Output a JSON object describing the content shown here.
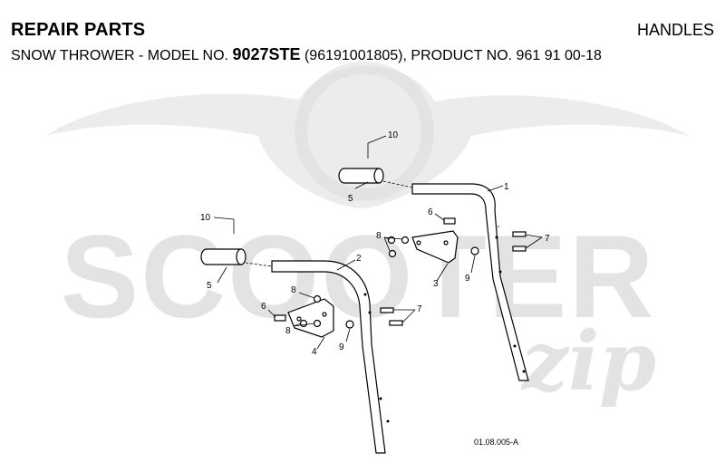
{
  "header": {
    "section": "REPAIR PARTS",
    "category": "HANDLES",
    "subtitle_prefix": "SNOW THROWER - MODEL NO.",
    "model": "9027STE",
    "subtitle_suffix": "(96191001805), PRODUCT NO. 961 91 00-18"
  },
  "watermark": {
    "brand": "SCOOTER",
    "brand_suffix": "zip"
  },
  "callouts": {
    "c1": "1",
    "c2": "2",
    "c3": "3",
    "c4": "4",
    "c5a": "5",
    "c5b": "5",
    "c6a": "6",
    "c6b": "6",
    "c7a": "7",
    "c7b": "7",
    "c8a": "8",
    "c8b": "8",
    "c8c": "8",
    "c9a": "9",
    "c9b": "9",
    "c10a": "10",
    "c10b": "10"
  },
  "figure_code": "01.08.005-A"
}
